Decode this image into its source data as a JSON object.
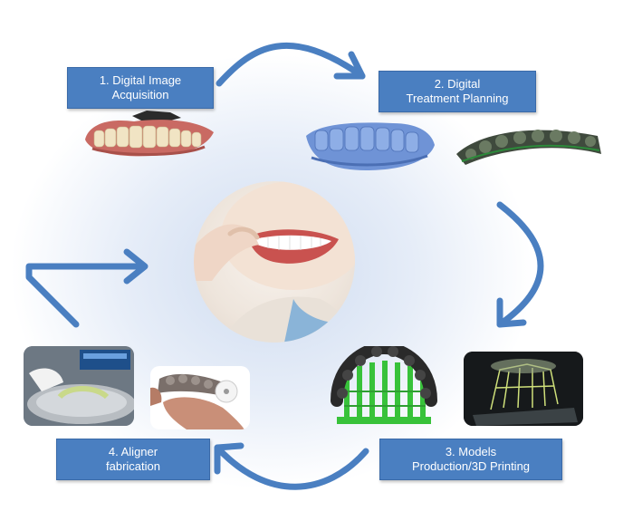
{
  "steps": [
    {
      "id": 1,
      "line1": "1. Digital Image",
      "line2": "Acquisition"
    },
    {
      "id": 2,
      "line1": "2. Digital",
      "line2": "Treatment Planning"
    },
    {
      "id": 3,
      "line1": "3. Models",
      "line2": "Production/3D Printing"
    },
    {
      "id": 4,
      "line1": "4. Aligner",
      "line2": "fabrication"
    }
  ],
  "colors": {
    "label_fill": "#4a7fc1",
    "label_text": "#ffffff",
    "arrow": "#4a7fc1",
    "print_resin": "#38c23a"
  },
  "images": [
    "dental-scan-teeth",
    "digital-aligner-model-blue",
    "digital-model-dark-mesh",
    "smiling-woman-inserting-aligner",
    "3d-printed-dental-model-green-supports",
    "3d-printer-build-plate",
    "thermoforming-machine",
    "aligner-trimming-hand"
  ]
}
